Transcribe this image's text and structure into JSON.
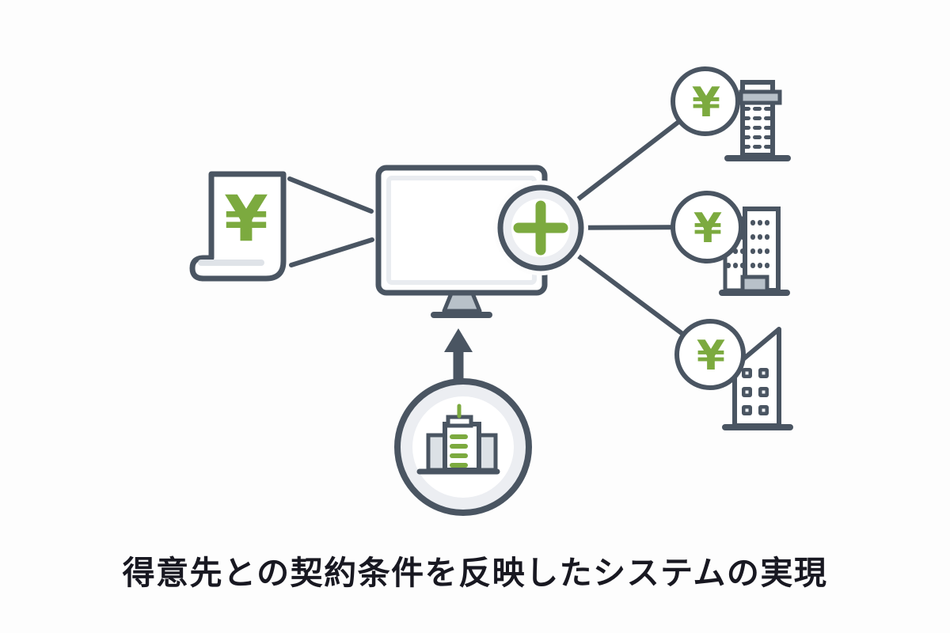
{
  "caption": {
    "text": "得意先との契約条件を反映したシステムの実現"
  },
  "symbols": {
    "yen": "¥",
    "plus": "+"
  },
  "colors": {
    "outline": "#4a5562",
    "accent_green": "#7caa3f",
    "ring_gray": "#eceef2",
    "mid_gray": "#b8c1c9",
    "wing_gray": "#dce1e6",
    "caption_text": "#181821",
    "background": "#fdfdfd"
  },
  "nodes": {
    "invoice": {
      "icon": "yen-receipt-icon",
      "symbol": "¥"
    },
    "system": {
      "icon": "monitor-icon"
    },
    "aggregator": {
      "icon": "plus-icon",
      "symbol": "+"
    },
    "company": {
      "icon": "office-building-icon"
    },
    "customers": [
      {
        "icon": "yen-circle-icon",
        "symbol": "¥",
        "building": "office-tower"
      },
      {
        "icon": "yen-circle-icon",
        "symbol": "¥",
        "building": "twin-tower"
      },
      {
        "icon": "yen-circle-icon",
        "symbol": "¥",
        "building": "slant-roof-tower"
      }
    ]
  }
}
